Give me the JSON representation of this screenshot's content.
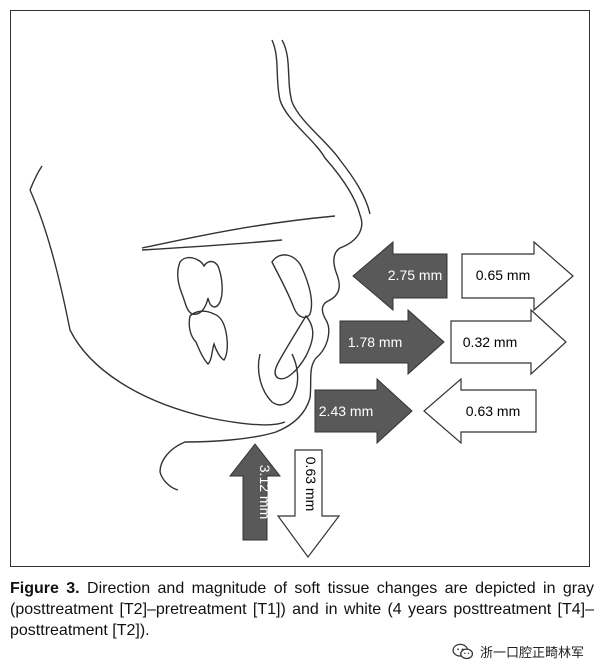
{
  "figure": {
    "colors": {
      "gray_arrow": "#595959",
      "white_arrow": "#ffffff",
      "outline": "#333333"
    },
    "arrows": {
      "upper_lip_gray": {
        "label": "2.75 mm",
        "direction": "left"
      },
      "upper_lip_white": {
        "label": "0.65 mm",
        "direction": "right"
      },
      "lower_lip_gray": {
        "label": "1.78 mm",
        "direction": "right"
      },
      "lower_lip_white": {
        "label": "0.32 mm",
        "direction": "right"
      },
      "chin_gray": {
        "label": "2.43 mm",
        "direction": "right"
      },
      "chin_white": {
        "label": "0.63 mm",
        "direction": "left"
      },
      "vertical_gray": {
        "label": "3.12 mm",
        "direction": "up"
      },
      "vertical_white": {
        "label": "0.63 mm",
        "direction": "down"
      }
    }
  },
  "caption": {
    "label": "Figure 3.",
    "text": " Direction and magnitude of soft tissue changes are depicted in gray (posttreatment [T2]–pretreatment [T1]) and in white (4 years posttreatment [T4]–posttreatment [T2])."
  },
  "watermark": {
    "text": "浙一口腔正畸林军",
    "icon": "wechat-icon"
  }
}
